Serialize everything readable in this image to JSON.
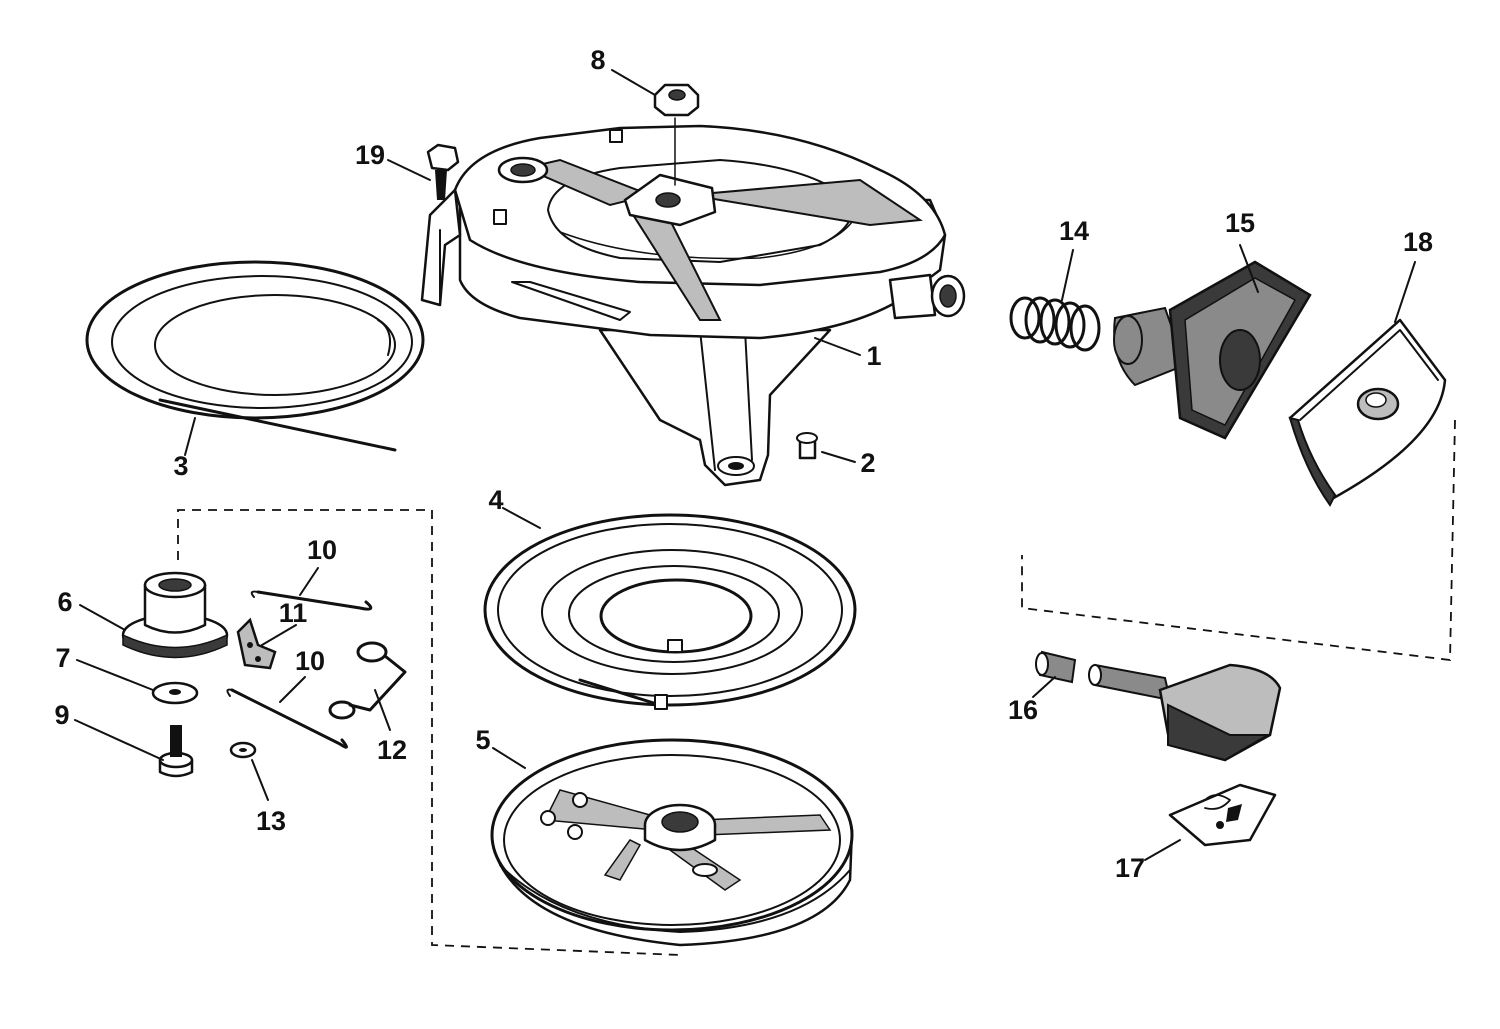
{
  "diagram": {
    "type": "exploded-parts-view",
    "callouts": [
      {
        "id": "c1",
        "label": "1"
      },
      {
        "id": "c2",
        "label": "2"
      },
      {
        "id": "c3",
        "label": "3"
      },
      {
        "id": "c4",
        "label": "4"
      },
      {
        "id": "c5",
        "label": "5"
      },
      {
        "id": "c6",
        "label": "6"
      },
      {
        "id": "c7",
        "label": "7"
      },
      {
        "id": "c8",
        "label": "8"
      },
      {
        "id": "c9",
        "label": "9"
      },
      {
        "id": "c10a",
        "label": "10"
      },
      {
        "id": "c10b",
        "label": "10"
      },
      {
        "id": "c11",
        "label": "11"
      },
      {
        "id": "c12",
        "label": "12"
      },
      {
        "id": "c13",
        "label": "13"
      },
      {
        "id": "c14",
        "label": "14"
      },
      {
        "id": "c15",
        "label": "15"
      },
      {
        "id": "c16",
        "label": "16"
      },
      {
        "id": "c17",
        "label": "17"
      },
      {
        "id": "c18",
        "label": "18"
      },
      {
        "id": "c19",
        "label": "19"
      }
    ]
  }
}
